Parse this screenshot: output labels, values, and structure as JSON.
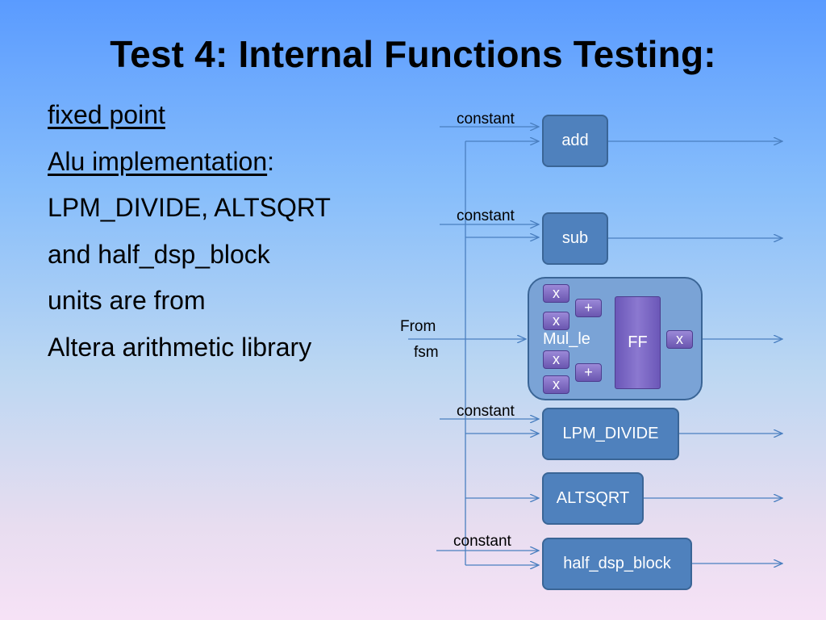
{
  "slide": {
    "title": "Test 4: Internal Functions Testing:",
    "bullets": {
      "fixed_point": "fixed point",
      "alu_impl": "Alu implementation",
      "alu_colon": ":",
      "units_line1": "LPM_DIVIDE, ALTSQRT",
      "units_line2": "and half_dsp_block",
      "units_line3": "units are from",
      "units_line4": "Altera arithmetic library"
    }
  },
  "diagram": {
    "inputs": {
      "constant_label": "constant",
      "from_label": "From",
      "fsm_label": "fsm"
    },
    "blocks": {
      "add": "add",
      "sub": "sub",
      "lpm_divide": "LPM_DIVIDE",
      "altsqrt": "ALTSQRT",
      "half_dsp_block": "half_dsp_block"
    },
    "mul_le": {
      "label": "Mul_le",
      "ff_label": "FF",
      "mult_symbol": "x",
      "plus_symbol": "+"
    },
    "colors": {
      "block_fill": "#4f81bd",
      "arrow": "#4a7fc0",
      "mini_block": "#7b68c6"
    }
  }
}
